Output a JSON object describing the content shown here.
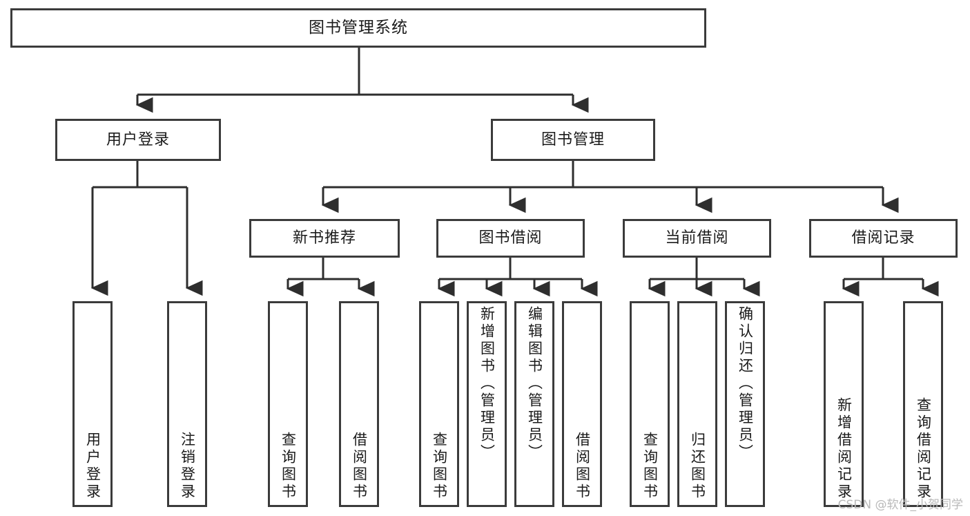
{
  "diagram": {
    "title": "图书管理系统",
    "type": "tree-hierarchy-chart",
    "root": {
      "label": "图书管理系统"
    },
    "level2": [
      {
        "label": "用户登录"
      },
      {
        "label": "图书管理"
      }
    ],
    "level3": [
      {
        "label": "新书推荐"
      },
      {
        "label": "图书借阅"
      },
      {
        "label": "当前借阅"
      },
      {
        "label": "借阅记录"
      }
    ],
    "leaves": {
      "user_login": [
        {
          "label": "用户登录"
        },
        {
          "label": "注销登录"
        }
      ],
      "new_book_rec": [
        {
          "label": "查询图书"
        },
        {
          "label": "借阅图书"
        }
      ],
      "book_borrow": [
        {
          "label": "查询图书"
        },
        {
          "label": "新增图书（管理员）"
        },
        {
          "label": "编辑图书（管理员）"
        },
        {
          "label": "借阅图书"
        }
      ],
      "current_loan": [
        {
          "label": "查询图书"
        },
        {
          "label": "归还图书"
        },
        {
          "label": "确认归还（管理员）"
        }
      ],
      "loan_record": [
        {
          "label": "新增借阅记录"
        },
        {
          "label": "查询借阅记录"
        }
      ]
    }
  },
  "watermark": {
    "text": "CSDN @软件_小贺同学"
  },
  "colors": {
    "stroke": "#3b3b3b",
    "text": "#1a1a1a",
    "background": "#ffffff",
    "watermark": "#b9b9b9"
  }
}
